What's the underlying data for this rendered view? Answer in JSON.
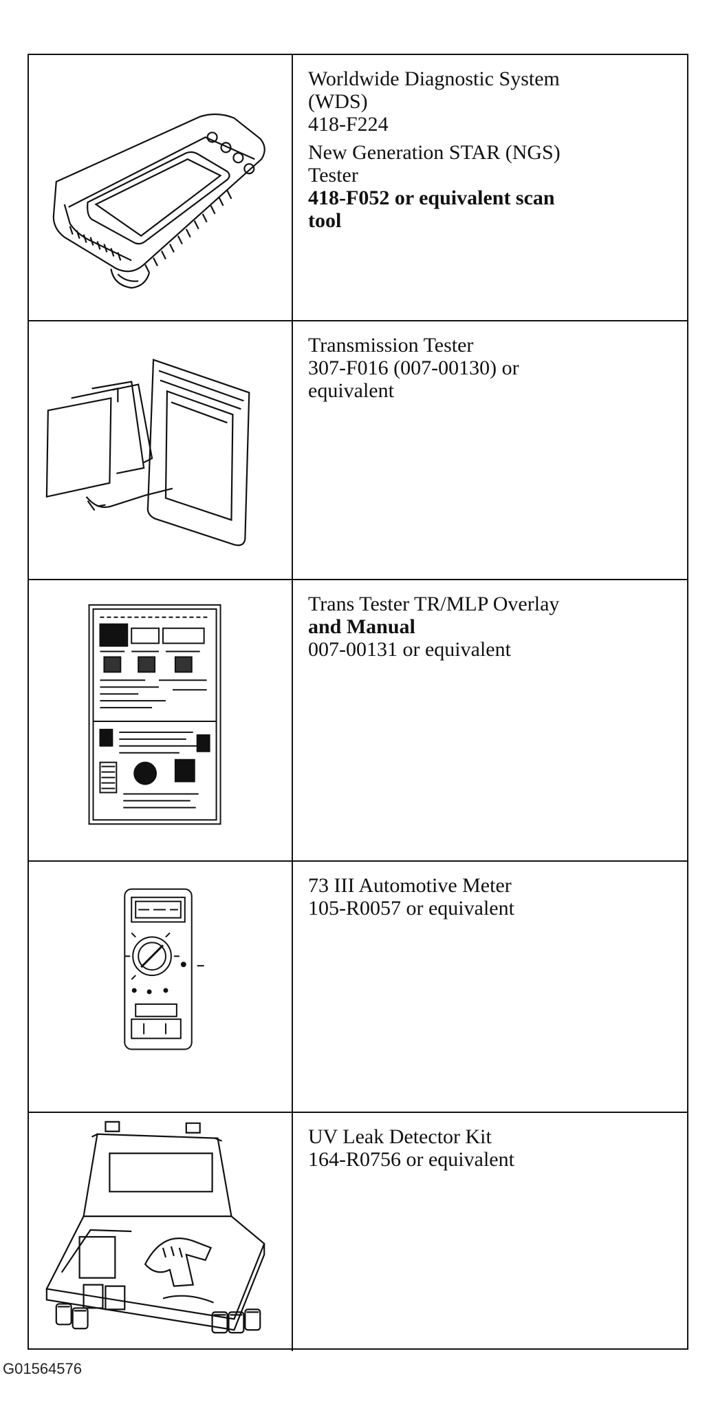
{
  "rows": [
    {
      "image_icon": "scan-tool-icon",
      "lines": [
        {
          "text": "Worldwide Diagnostic System",
          "bold": false
        },
        {
          "text": "(WDS)",
          "bold": false
        },
        {
          "text": "418-F224",
          "bold": false
        },
        {
          "text": "New Generation STAR (NGS)",
          "bold": false
        },
        {
          "text": "Tester",
          "bold": false
        },
        {
          "text": "418-F052 or equivalent scan",
          "bold": true
        },
        {
          "text": "tool",
          "bold": true
        }
      ]
    },
    {
      "image_icon": "transmission-tester-icon",
      "lines": [
        {
          "text": "Transmission Tester"
        },
        {
          "text": "307-F016 (007-00130) or"
        },
        {
          "text": "equivalent"
        }
      ]
    },
    {
      "image_icon": "overlay-manual-icon",
      "lines": [
        {
          "text": "Trans Tester TR/MLP Overlay"
        },
        {
          "text": "and Manual"
        },
        {
          "text": "007-00131 or equivalent"
        }
      ]
    },
    {
      "image_icon": "multimeter-icon",
      "lines": [
        {
          "text": "73 III Automotive Meter"
        },
        {
          "text": "105-R0057 or equivalent"
        }
      ]
    },
    {
      "image_icon": "leak-detector-kit-icon",
      "lines": [
        {
          "text": "UV Leak Detector Kit"
        },
        {
          "text": "164-R0756 or equivalent"
        }
      ]
    }
  ],
  "caption": "G01564576"
}
